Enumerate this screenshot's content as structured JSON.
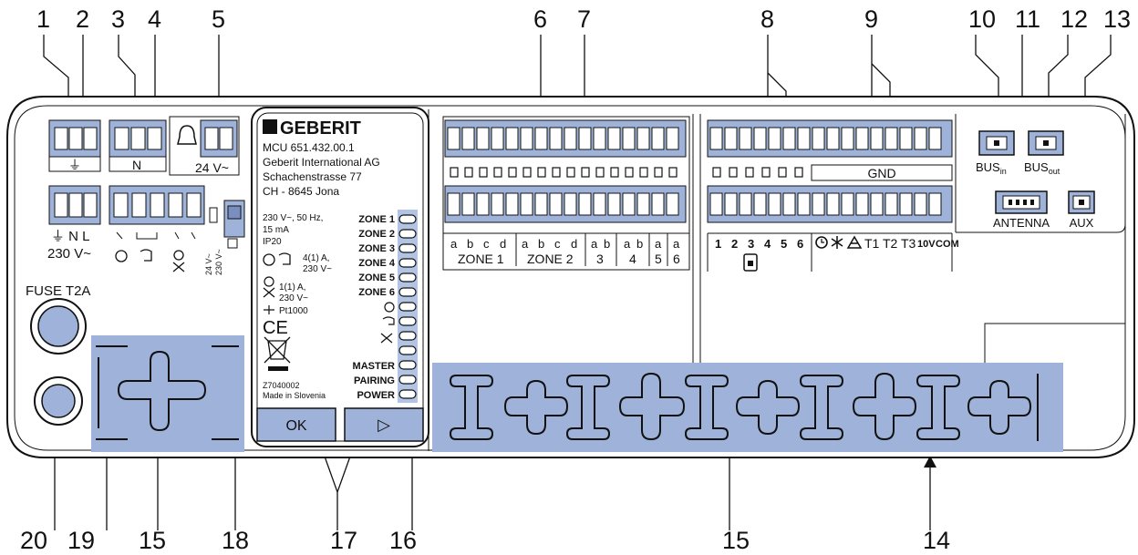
{
  "callouts": [
    "1",
    "2",
    "3",
    "4",
    "5",
    "6",
    "7",
    "8",
    "9",
    "10",
    "11",
    "12",
    "13",
    "20",
    "19",
    "15",
    "18",
    "17",
    "16",
    "15",
    "14"
  ],
  "device": {
    "brand": "GEBERIT",
    "model": "MCU 651.432.00.1",
    "company": "Geberit International AG",
    "street": "Schachenstrasse 77",
    "city": "CH - 8645 Jona",
    "spec1": "230 V~, 50 Hz,",
    "spec2": "15 mA",
    "spec3": "IP20",
    "pump_rating": "4(1) A,",
    "pump_voltage": "230 V~",
    "valve_rating": "1(1) A,",
    "valve_voltage": "230 V~",
    "sensor": "Pt1000",
    "ce": "CE",
    "code": "Z7040002",
    "made_in": "Made in Slovenia"
  },
  "leds": [
    "ZONE 1",
    "ZONE 2",
    "ZONE 3",
    "ZONE 4",
    "ZONE 5",
    "ZONE 6",
    "MASTER",
    "PAIRING",
    "POWER"
  ],
  "buttons": {
    "ok": "OK",
    "next": "▷"
  },
  "left_terminals": {
    "earth_top": "⏚",
    "n": "N",
    "v24": "24 V~",
    "power_label": "⏚ N L",
    "v230": "230 V~",
    "fuse": "FUSE T2A",
    "switch_24": "24 V~",
    "switch_230": "230 V~"
  },
  "zone_labels": {
    "letters": [
      "a",
      "b",
      "c",
      "d",
      "a",
      "b",
      "c",
      "d",
      "a",
      "b",
      "a",
      "b",
      "a",
      "a"
    ],
    "zone1": "ZONE  1",
    "zone2": "ZONE  2",
    "z3": "3",
    "z4": "4",
    "z5": "5",
    "z6": "6"
  },
  "right_terminals": {
    "gnd": "GND",
    "numbers": [
      "1",
      "2",
      "3",
      "4",
      "5",
      "6"
    ],
    "t_labels": "T1 T2 T3",
    "v10": "10V",
    "com": "COM"
  },
  "ports": {
    "bus_in": "BUS",
    "bus_in_sub": "in",
    "bus_out": "BUS",
    "bus_out_sub": "out",
    "antenna": "ANTENNA",
    "aux": "AUX"
  }
}
